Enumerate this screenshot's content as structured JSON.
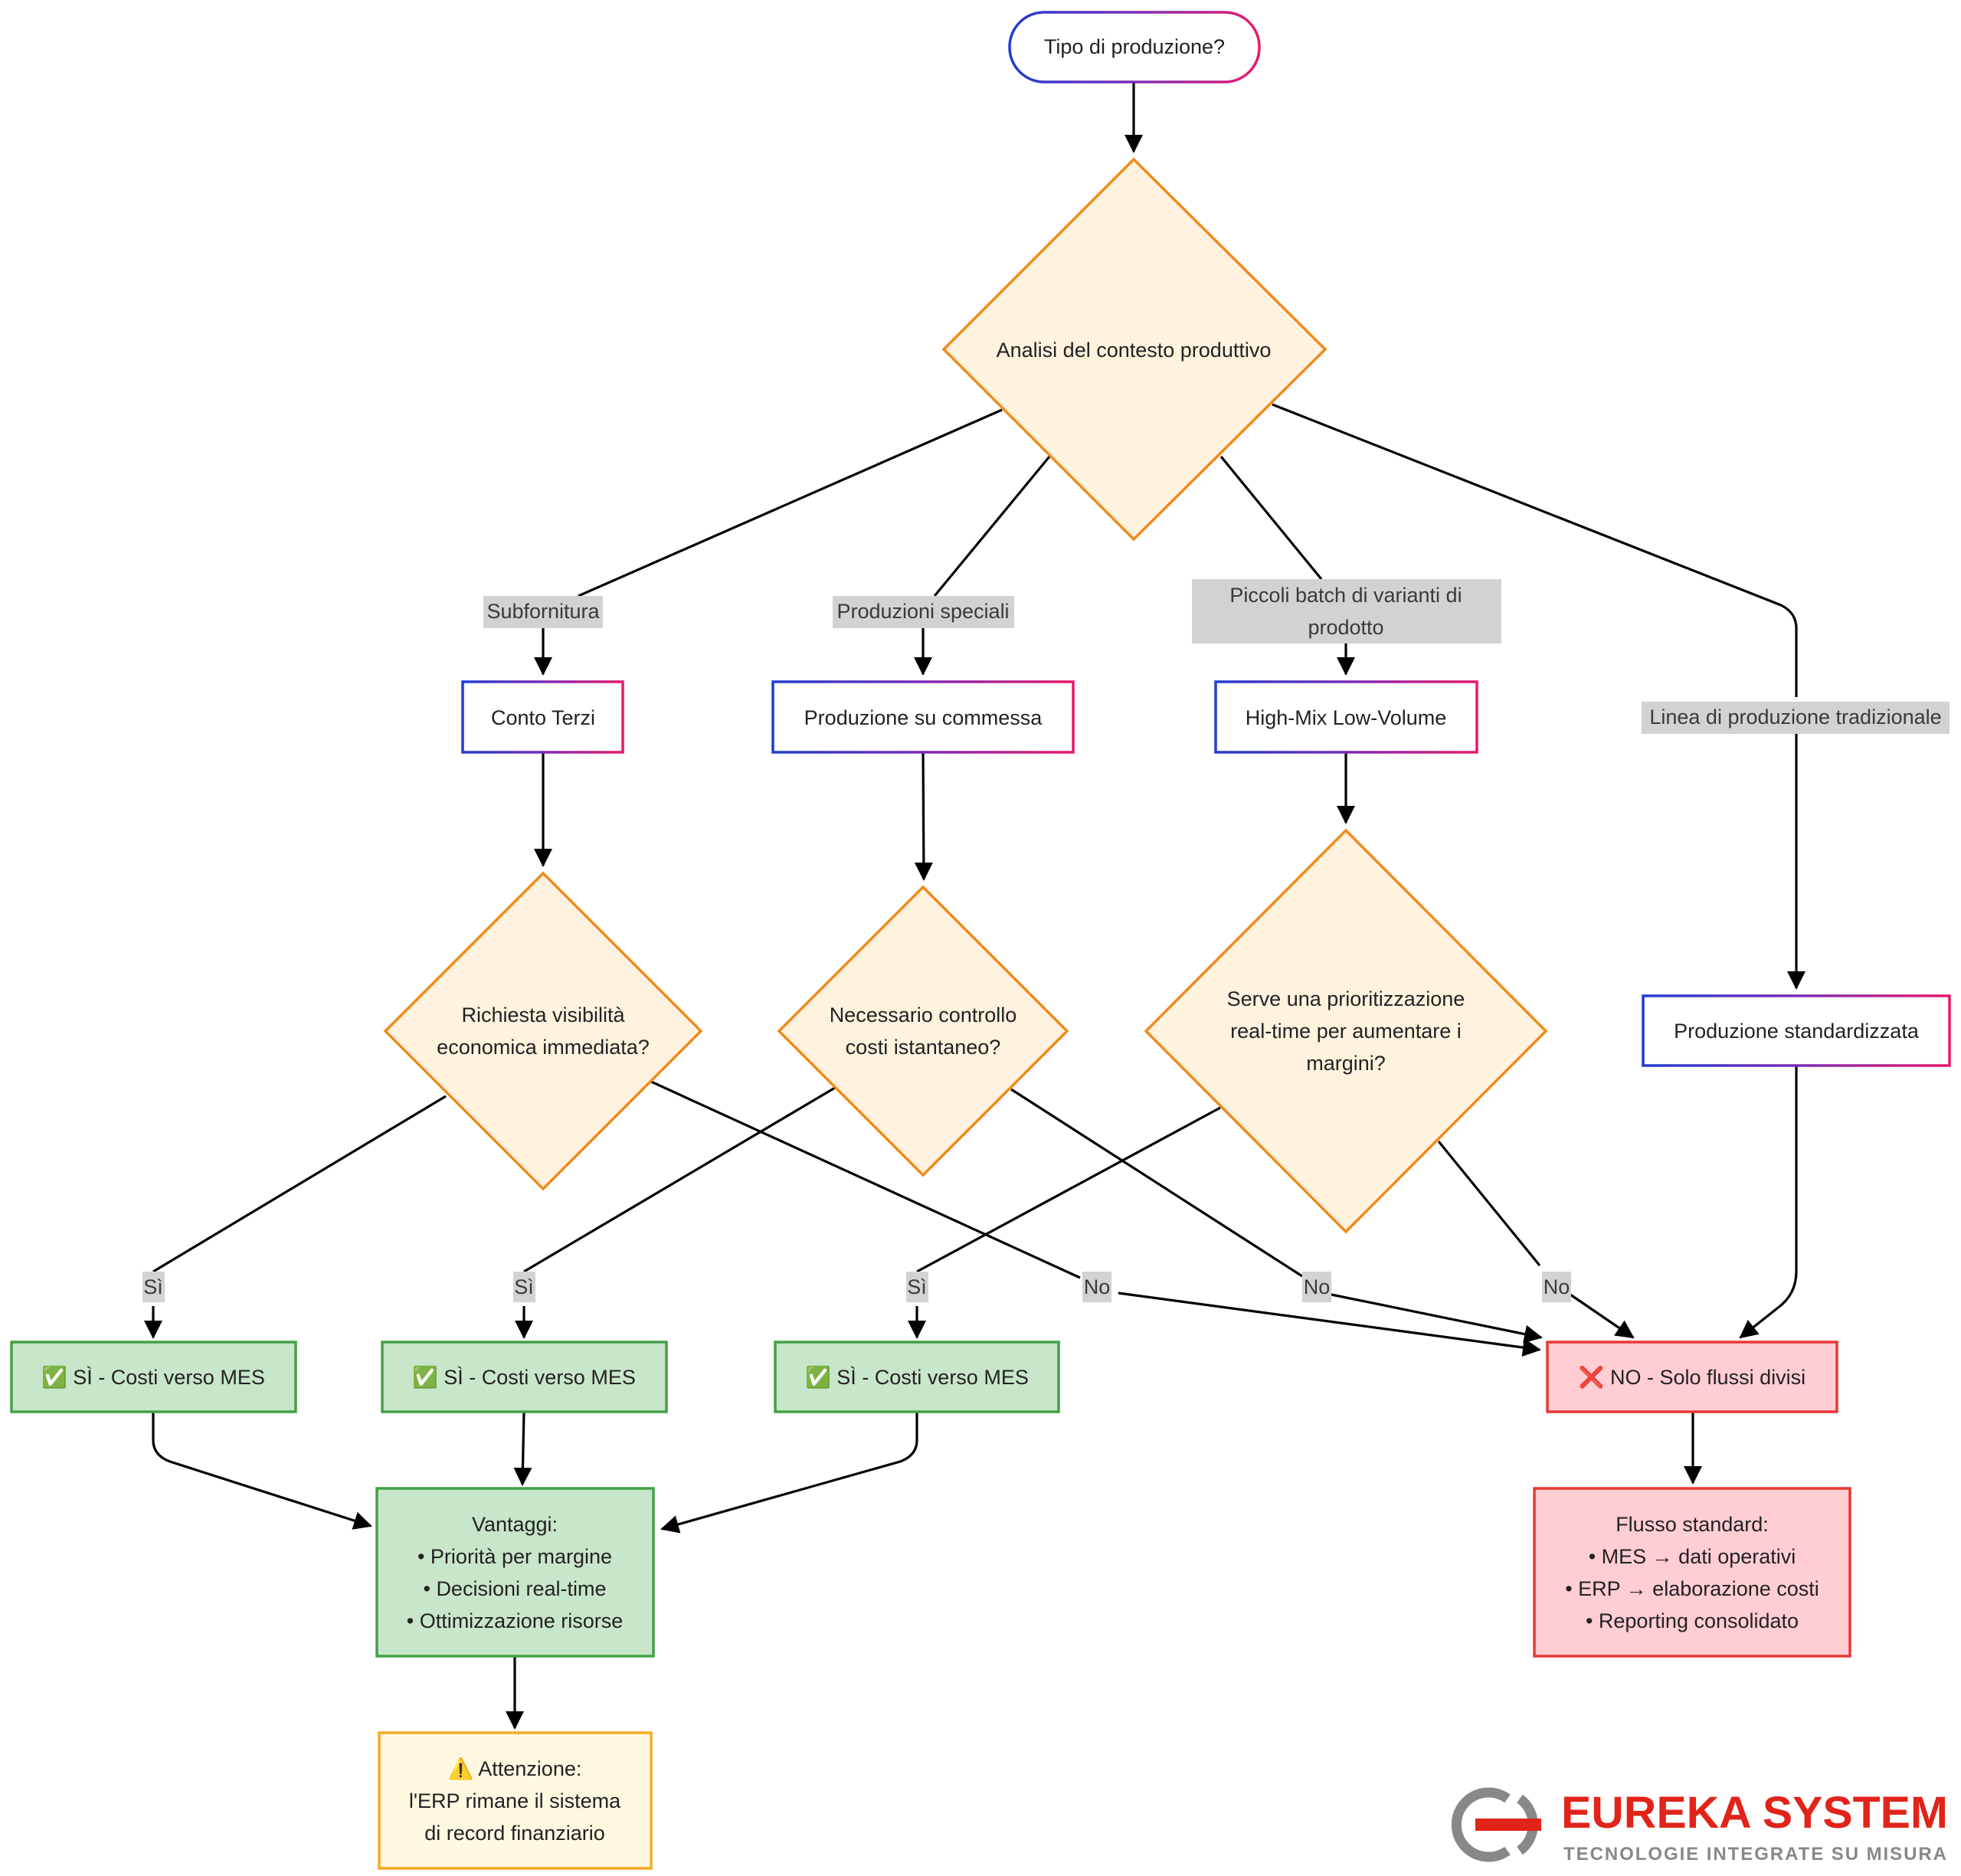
{
  "start": {
    "label": "Tipo di produzione?"
  },
  "analysis": {
    "label": "Analisi del contesto produttivo"
  },
  "branches": [
    {
      "label": "Subfornitura"
    },
    {
      "label": "Produzioni speciali"
    },
    {
      "label": "Piccoli batch di varianti  di prodotto",
      "lines": [
        "Piccoli batch di varianti  di",
        "prodotto"
      ]
    },
    {
      "label": "Linea di produzione tradizionale"
    }
  ],
  "types": [
    {
      "label": "Conto Terzi"
    },
    {
      "label": "Produzione su commessa"
    },
    {
      "label": "High-Mix Low-Volume"
    },
    {
      "label": "Produzione standardizzata"
    }
  ],
  "questions": [
    {
      "lines": [
        "Richiesta visibilità",
        "economica immediata?"
      ]
    },
    {
      "lines": [
        "Necessario controllo",
        "costi istantaneo?"
      ]
    },
    {
      "lines": [
        "Serve una prioritizzazione",
        "real-time per aumentare i",
        "margini?"
      ]
    }
  ],
  "edge_labels": {
    "yes": "Sì",
    "no": "No"
  },
  "yes_boxes": [
    {
      "label": "✅ SÌ - Costi verso MES"
    },
    {
      "label": "✅ SÌ - Costi verso MES"
    },
    {
      "label": "✅ SÌ - Costi verso MES"
    }
  ],
  "no_box": {
    "label": "❌ NO - Solo flussi divisi"
  },
  "advantages": {
    "lines": [
      "Vantaggi:",
      "• Priorità per margine",
      "• Decisioni real-time",
      "• Ottimizzazione risorse"
    ]
  },
  "standard_flow": {
    "lines": [
      "Flusso standard:",
      "• MES → dati operativi",
      "• ERP → elaborazione costi",
      "• Reporting consolidato"
    ]
  },
  "warning": {
    "lines": [
      "⚠️ Attenzione:",
      "l'ERP rimane il sistema",
      "di record finanziario"
    ]
  },
  "logo": {
    "name": "EUREKA SYSTEM",
    "tagline": "TECNOLOGIE INTEGRATE SU MISURA"
  },
  "colors": {
    "decision_fill": "#fff2de",
    "decision_stroke": "#f08a1c",
    "yes_fill": "#c8e6c9",
    "yes_stroke": "#43a047",
    "no_fill": "#ffcdd2",
    "no_stroke": "#e53935",
    "warning_fill": "#fff8e1",
    "warning_stroke": "#f9a825",
    "gradient_start": "#1f3ecf",
    "gradient_end": "#e8196b",
    "logo_red": "#e2231a",
    "logo_grey": "#888888"
  }
}
